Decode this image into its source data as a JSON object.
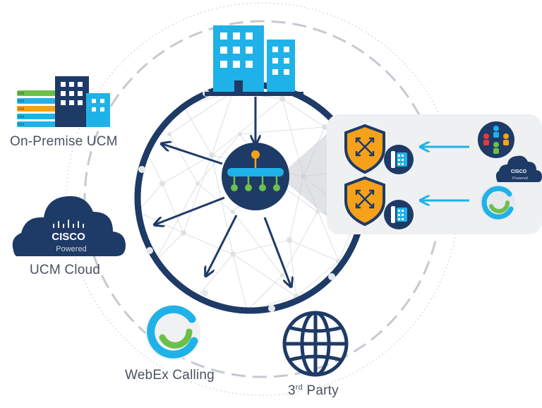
{
  "labels": {
    "on_premise": "On-Premise UCM",
    "ucm_cloud": "UCM Cloud",
    "webex_calling": "WebEx Calling",
    "third_party_num": "3",
    "third_party_sup": "rd",
    "third_party_rest": " Party"
  },
  "cloud_badge": {
    "brand": "CISCO",
    "sub": "Powered"
  },
  "icons": [
    "office-buildings-icon",
    "server-rack-icon",
    "cisco-powered-cloud-icon",
    "webex-logo-icon",
    "globe-icon",
    "router-hub-icon",
    "session-border-controller-icon",
    "ip-phone-icon",
    "webex-teams-icon"
  ],
  "colors": {
    "navy": "#1e3a66",
    "cyan": "#1fb2e8",
    "amber": "#f7a11a",
    "green": "#6cc04a",
    "panel": "#eef0f2",
    "label": "#4a5160"
  }
}
